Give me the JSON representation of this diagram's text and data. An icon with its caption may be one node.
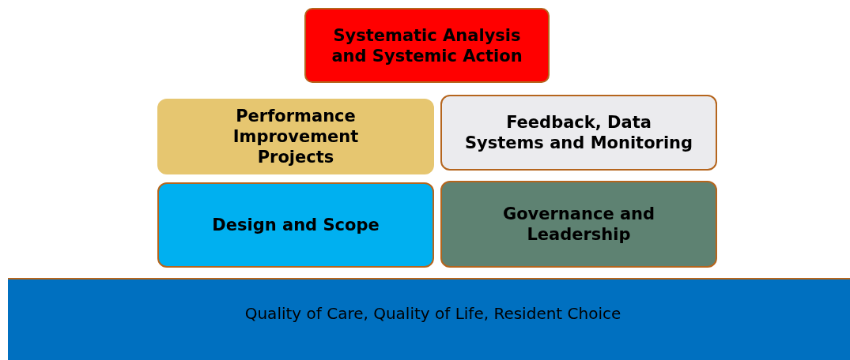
{
  "diagram": {
    "nodes": [
      {
        "text": [
          "Systematic Analysis and Systemic Action"
        ]
      },
      {
        "text": [
          "Performance Improvement Projects"
        ]
      },
      {
        "text": [
          "Feedback, Data Systems and Monitoring"
        ]
      },
      {
        "text": [
          "Design and Scope"
        ]
      },
      {
        "text": [
          "Governance and Leadership"
        ]
      },
      {
        "text": [
          "Quality of Care, Quality of Life, Resident Choice"
        ]
      }
    ]
  }
}
